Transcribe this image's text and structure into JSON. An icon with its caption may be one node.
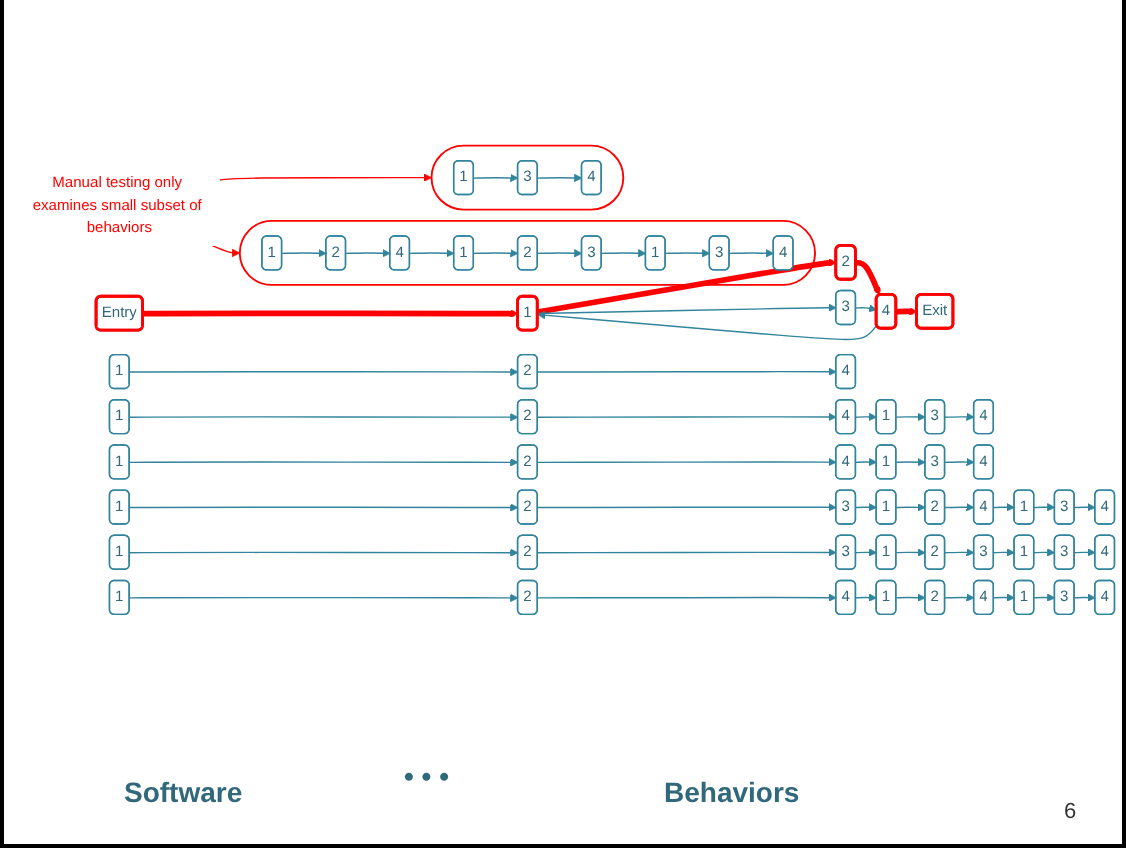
{
  "diagram": {
    "nodes": [
      {
        "text": [
          "Entry"
        ]
      },
      {
        "text": [
          "1"
        ]
      },
      {
        "text": [
          "2"
        ]
      },
      {
        "text": [
          "3"
        ]
      },
      {
        "text": [
          "4"
        ]
      },
      {
        "text": [
          "Exit"
        ]
      },
      {
        "text": [
          "Manual testing only examines small subset of behaviors"
        ]
      },
      {
        "text": [],
        "shape": "ellipse"
      },
      {
        "text": [
          "1"
        ]
      },
      {
        "text": [
          "2"
        ]
      },
      {
        "text": [
          "4"
        ]
      },
      {
        "text": [
          "1"
        ],
        "in": 7
      },
      {
        "text": [
          "3"
        ],
        "in": 7
      },
      {
        "text": [
          "4"
        ],
        "in": 7
      },
      {
        "text": [
          "1"
        ]
      },
      {
        "text": [
          "2"
        ]
      },
      {
        "text": [
          "4"
        ]
      },
      {
        "text": [
          "1"
        ]
      },
      {
        "text": [
          "3"
        ]
      },
      {
        "text": [
          "4"
        ]
      },
      {
        "text": [
          "1"
        ]
      },
      {
        "text": [
          "2"
        ]
      },
      {
        "text": [
          "4"
        ]
      },
      {
        "text": [
          "1"
        ]
      },
      {
        "text": [
          "3"
        ]
      },
      {
        "text": [
          "4"
        ]
      },
      {
        "text": [
          "1"
        ]
      },
      {
        "text": [
          "2"
        ]
      },
      {
        "text": [
          "3"
        ]
      },
      {
        "text": [
          "1"
        ]
      },
      {
        "text": [
          "2"
        ]
      },
      {
        "text": [
          "4"
        ]
      },
      {
        "text": [
          "1"
        ]
      },
      {
        "text": [
          "3"
        ]
      },
      {
        "text": [
          "4"
        ]
      },
      {
        "text": [],
        "shape": "ellipse"
      },
      {
        "text": [
          "1"
        ],
        "in": 35
      },
      {
        "text": [
          "2"
        ],
        "in": 35
      },
      {
        "text": [
          "4"
        ],
        "in": 35
      },
      {
        "text": [
          "1"
        ],
        "in": 35
      },
      {
        "text": [
          "2"
        ],
        "in": 35
      },
      {
        "text": [
          "3"
        ],
        "in": 35
      },
      {
        "text": [
          "1"
        ],
        "in": 35
      },
      {
        "text": [
          "3"
        ],
        "in": 35
      },
      {
        "text": [
          "4"
        ],
        "in": 35
      },
      {
        "text": [
          "1"
        ]
      },
      {
        "text": [
          "2"
        ]
      },
      {
        "text": [
          "3"
        ]
      },
      {
        "text": [
          "1"
        ]
      },
      {
        "text": [
          "2"
        ]
      },
      {
        "text": [
          "3"
        ]
      },
      {
        "text": [
          "1"
        ]
      },
      {
        "text": [
          "3"
        ]
      },
      {
        "text": [
          "4"
        ]
      },
      {
        "text": [
          "1"
        ]
      },
      {
        "text": [
          "2"
        ]
      },
      {
        "text": [
          "4"
        ]
      },
      {
        "text": [
          "1"
        ]
      },
      {
        "text": [
          "2"
        ]
      },
      {
        "text": [
          "4"
        ]
      },
      {
        "text": [
          "1"
        ]
      },
      {
        "text": [
          "3"
        ]
      },
      {
        "text": [
          "4"
        ]
      }
    ],
    "edges": [
      {
        "from": 0,
        "to": 1,
        "arrow": "to",
        "style": "thick",
        "color": "#ff0000"
      },
      {
        "from": 1,
        "to": 2,
        "arrow": "to",
        "style": "thick",
        "color": "#ff0000"
      },
      {
        "from": 1,
        "to": 3,
        "arrow": "to"
      },
      {
        "from": 2,
        "to": 4,
        "arrow": "to",
        "style": "thick",
        "color": "#ff0000"
      },
      {
        "from": 3,
        "to": 4,
        "arrow": "to"
      },
      {
        "from": 4,
        "to": 1,
        "arrow": "to"
      },
      {
        "from": 4,
        "to": 5,
        "arrow": "to",
        "style": "thick",
        "color": "#ff0000"
      },
      {
        "from": 6,
        "to": 7,
        "arrow": "to",
        "color": "#ff0000"
      },
      {
        "from": 6,
        "to": 35,
        "arrow": "to",
        "color": "#ff0000"
      },
      {
        "from": 8,
        "to": 9,
        "arrow": "to"
      },
      {
        "from": 9,
        "to": 10,
        "arrow": "to"
      },
      {
        "from": 11,
        "to": 12,
        "arrow": "to"
      },
      {
        "from": 12,
        "to": 13,
        "arrow": "to"
      },
      {
        "from": 14,
        "to": 15,
        "arrow": "to"
      },
      {
        "from": 15,
        "to": 16,
        "arrow": "to"
      },
      {
        "from": 16,
        "to": 17,
        "arrow": "to"
      },
      {
        "from": 17,
        "to": 18,
        "arrow": "to"
      },
      {
        "from": 18,
        "to": 19,
        "arrow": "to"
      },
      {
        "from": 20,
        "to": 21,
        "arrow": "to"
      },
      {
        "from": 21,
        "to": 22,
        "arrow": "to"
      },
      {
        "from": 22,
        "to": 23,
        "arrow": "to"
      },
      {
        "from": 23,
        "to": 24,
        "arrow": "to"
      },
      {
        "from": 24,
        "to": 25,
        "arrow": "to"
      },
      {
        "from": 26,
        "to": 27,
        "arrow": "to"
      },
      {
        "from": 27,
        "to": 28,
        "arrow": "to"
      },
      {
        "from": 28,
        "to": 29,
        "arrow": "to"
      },
      {
        "from": 29,
        "to": 30,
        "arrow": "to"
      },
      {
        "from": 30,
        "to": 31,
        "arrow": "to"
      },
      {
        "from": 31,
        "to": 32,
        "arrow": "to"
      },
      {
        "from": 32,
        "to": 33,
        "arrow": "to"
      },
      {
        "from": 33,
        "to": 34,
        "arrow": "to"
      },
      {
        "from": 36,
        "to": 37,
        "arrow": "to"
      },
      {
        "from": 37,
        "to": 38,
        "arrow": "to"
      },
      {
        "from": 38,
        "to": 39,
        "arrow": "to"
      },
      {
        "from": 39,
        "to": 40,
        "arrow": "to"
      },
      {
        "from": 40,
        "to": 41,
        "arrow": "to"
      },
      {
        "from": 41,
        "to": 42,
        "arrow": "to"
      },
      {
        "from": 42,
        "to": 43,
        "arrow": "to"
      },
      {
        "from": 43,
        "to": 44,
        "arrow": "to"
      },
      {
        "from": 45,
        "to": 46,
        "arrow": "to"
      },
      {
        "from": 46,
        "to": 47,
        "arrow": "to"
      },
      {
        "from": 47,
        "to": 48,
        "arrow": "to"
      },
      {
        "from": 48,
        "to": 49,
        "arrow": "to"
      },
      {
        "from": 49,
        "to": 50,
        "arrow": "to"
      },
      {
        "from": 50,
        "to": 51,
        "arrow": "to"
      },
      {
        "from": 51,
        "to": 52,
        "arrow": "to"
      },
      {
        "from": 52,
        "to": 53,
        "arrow": "to"
      },
      {
        "from": 54,
        "to": 55,
        "arrow": "to"
      },
      {
        "from": 55,
        "to": 56,
        "arrow": "to"
      },
      {
        "from": 56,
        "to": 57,
        "arrow": "to"
      },
      {
        "from": 57,
        "to": 58,
        "arrow": "to"
      },
      {
        "from": 58,
        "to": 59,
        "arrow": "to"
      },
      {
        "from": 59,
        "to": 60,
        "arrow": "to"
      },
      {
        "from": 60,
        "to": 61,
        "arrow": "to"
      },
      {
        "from": 61,
        "to": 62,
        "arrow": "to"
      }
    ],
    "labels": [
      "Software",
      "• • •",
      "Behaviors",
      "6"
    ]
  }
}
